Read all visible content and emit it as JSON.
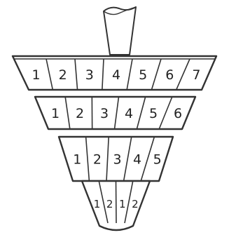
{
  "colors": {
    "line": "#333333",
    "background": "#ffffff"
  },
  "rows": [
    {
      "name": "row-1",
      "cells": [
        "1",
        "2",
        "3",
        "4",
        "5",
        "6",
        "7"
      ]
    },
    {
      "name": "row-2",
      "cells": [
        "1",
        "2",
        "3",
        "4",
        "5",
        "6"
      ]
    },
    {
      "name": "row-3",
      "cells": [
        "1",
        "2",
        "3",
        "4",
        "5"
      ]
    },
    {
      "name": "row-4",
      "cells": [
        "1",
        "2",
        "1",
        "2"
      ]
    }
  ]
}
